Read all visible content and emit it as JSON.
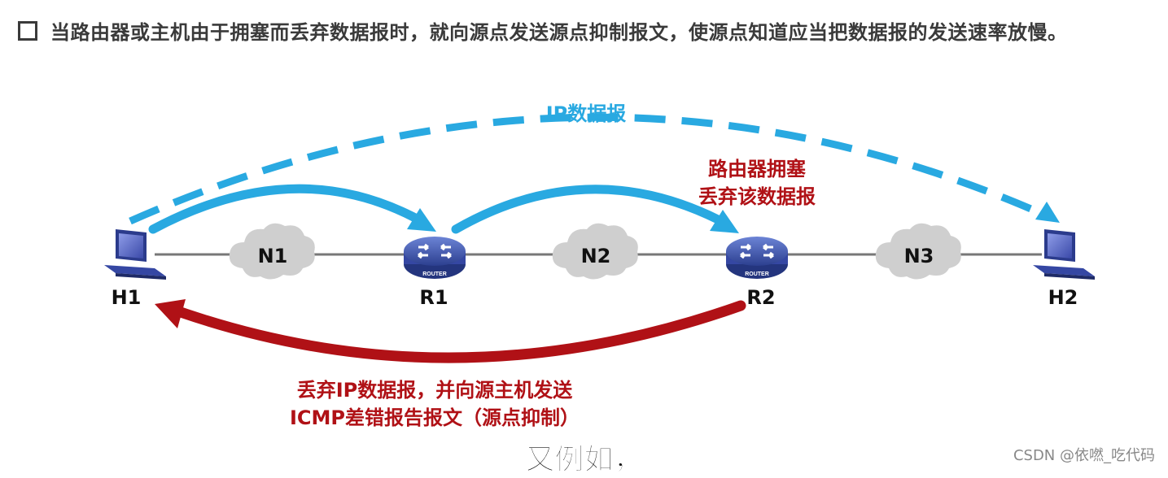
{
  "header": {
    "text": "当路由器或主机由于拥塞而丢弃数据报时，就向源点发送源点抑制报文，使源点知道应当把数据报的发送速率放慢。"
  },
  "diagram": {
    "ip_datagram_label": "IP数据报",
    "congestion_label_line1": "路由器拥塞",
    "congestion_label_line2": "丢弃该数据报",
    "icmp_label_line1": "丢弃IP数据报，并向源主机发送",
    "icmp_label_line2": "ICMP差错报告报文（源点抑制）",
    "router_caption": "ROUTER",
    "nodes": {
      "h1": "H1",
      "r1": "R1",
      "r2": "R2",
      "h2": "H2",
      "n1": "N1",
      "n2": "N2",
      "n3": "N3"
    },
    "colors": {
      "blue": "#29a9e1",
      "red": "#b01116",
      "dark_red": "#b01116",
      "line": "#777777",
      "cloud": "#cfcfcf"
    }
  },
  "subtitle": "又例如，",
  "watermark": "CSDN @依嘫_吃代码"
}
